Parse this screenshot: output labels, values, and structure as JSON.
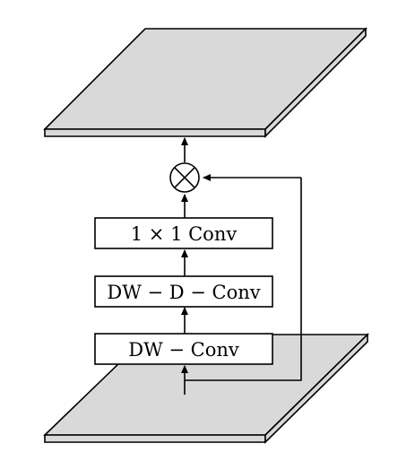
{
  "blocks": [
    {
      "id": "conv1x1",
      "label": "1 × 1 Conv"
    },
    {
      "id": "dwdconv",
      "label": "DW − D − Conv"
    },
    {
      "id": "dwconv",
      "label": "DW − Conv"
    }
  ],
  "operator": {
    "symbol": "multiply",
    "icon": "circled-times-icon"
  },
  "colors": {
    "plane_fill": "#d9d9d9",
    "stroke": "#000000",
    "block_fill": "#ffffff"
  }
}
